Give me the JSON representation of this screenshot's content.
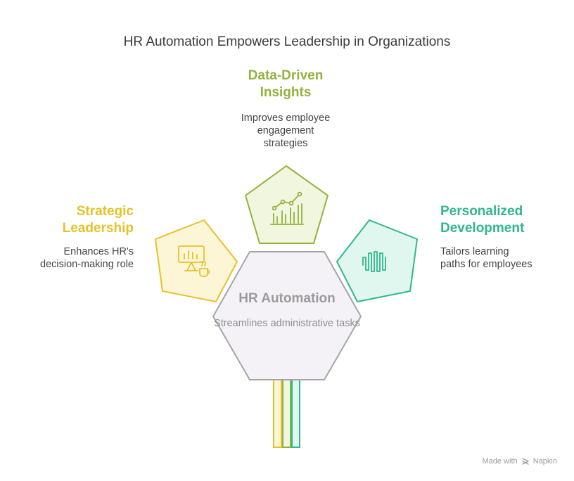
{
  "title": "HR Automation Empowers Leadership in Organizations",
  "center": {
    "title": "HR Automation",
    "desc": "Streamlines administrative tasks",
    "fill": "#f4f2f6",
    "stroke": "#a7a3aa"
  },
  "nodes": [
    {
      "title_lines": [
        "Strategic",
        "Leadership"
      ],
      "desc_lines": [
        "Enhances HR's",
        "decision-making role"
      ],
      "color": "#e6c12a",
      "fill": "#fdf6d6",
      "icon": "presentation-coffee-icon"
    },
    {
      "title_lines": [
        "Data-Driven",
        "Insights"
      ],
      "desc_lines": [
        "Improves employee",
        "engagement",
        "strategies"
      ],
      "color": "#93b23d",
      "fill": "#f1f6df",
      "icon": "bar-line-chart-icon"
    },
    {
      "title_lines": [
        "Personalized",
        "Development"
      ],
      "desc_lines": [
        "Tailors learning",
        "paths for employees"
      ],
      "color": "#2fb78d",
      "fill": "#e0f7ef",
      "icon": "sound-wave-icon"
    }
  ],
  "watermark": {
    "prefix": "Made with",
    "brand": "Napkin",
    "icon": "napkin-logo-icon"
  }
}
